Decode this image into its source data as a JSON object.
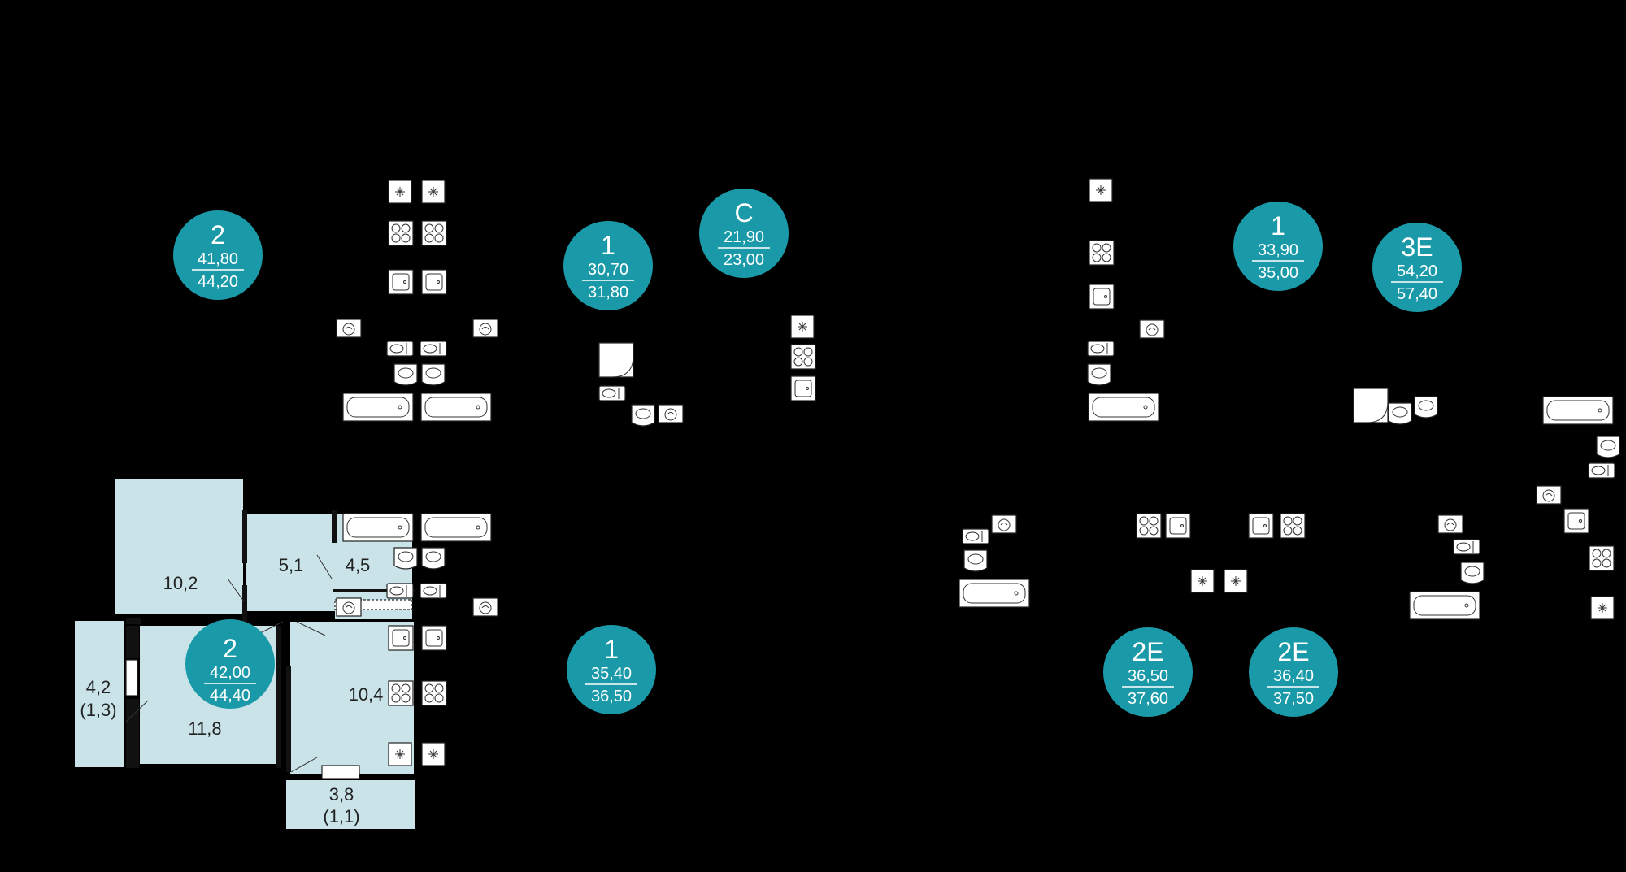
{
  "colors": {
    "background": "#000000",
    "badge": "#1a9aa8",
    "room_fill": "#c9e3e8",
    "fixture_fill": "#ffffff",
    "text_dark": "#222222"
  },
  "apartments": [
    {
      "id": "a1",
      "type": "2",
      "living_area": "41,80",
      "total_area": "44,20"
    },
    {
      "id": "a2",
      "type": "1",
      "living_area": "30,70",
      "total_area": "31,80"
    },
    {
      "id": "a3",
      "type": "С",
      "living_area": "21,90",
      "total_area": "23,00"
    },
    {
      "id": "a4",
      "type": "1",
      "living_area": "33,90",
      "total_area": "35,00"
    },
    {
      "id": "a5",
      "type": "3Е",
      "living_area": "54,20",
      "total_area": "57,40"
    },
    {
      "id": "a6",
      "type": "2",
      "living_area": "42,00",
      "total_area": "44,40"
    },
    {
      "id": "a7",
      "type": "1",
      "living_area": "35,40",
      "total_area": "36,50"
    },
    {
      "id": "a8",
      "type": "2Е",
      "living_area": "36,50",
      "total_area": "37,60"
    },
    {
      "id": "a9",
      "type": "2Е",
      "living_area": "36,40",
      "total_area": "37,50"
    }
  ],
  "rooms": [
    {
      "id": "r1",
      "area": "10,2"
    },
    {
      "id": "r2",
      "area": "5,1"
    },
    {
      "id": "r3",
      "area": "4,5"
    },
    {
      "id": "r4",
      "area": "4,2"
    },
    {
      "id": "r4b",
      "area": "(1,3)"
    },
    {
      "id": "r5",
      "area": "11,8"
    },
    {
      "id": "r6",
      "area": "10,4"
    },
    {
      "id": "r7",
      "area": "3,8"
    },
    {
      "id": "r7b",
      "area": "(1,1)"
    }
  ],
  "fixture_icons": [
    "cooktop-icon",
    "sink-icon",
    "toilet-icon",
    "bathtub-icon",
    "washing-machine-icon",
    "shower-icon",
    "vent-icon"
  ]
}
